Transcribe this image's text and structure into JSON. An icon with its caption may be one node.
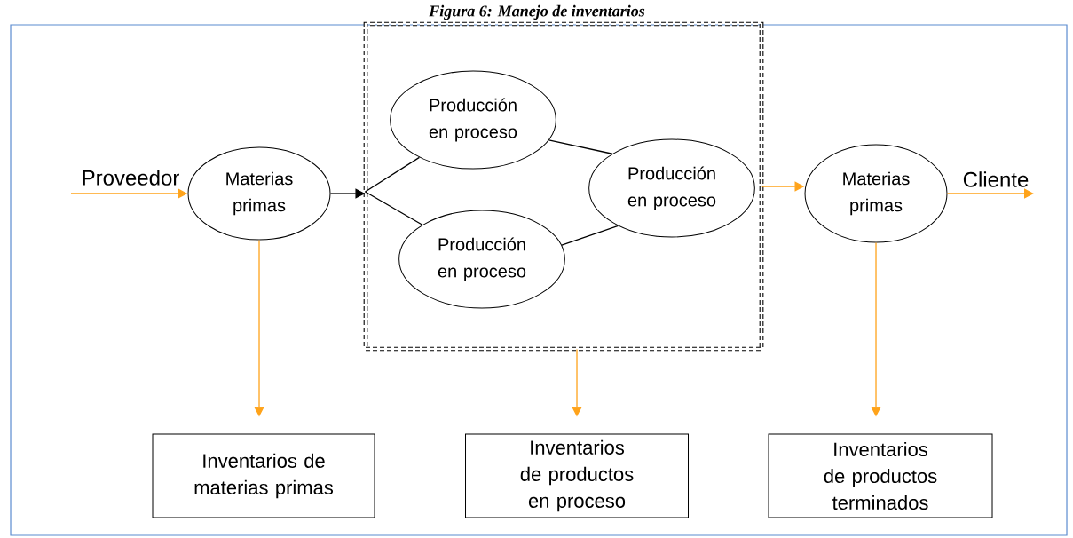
{
  "diagram": {
    "title": "Figura 6: Manejo de inventarios",
    "nodes": [
      {
        "text": [],
        "shape": "box"
      },
      {
        "text": [
          "Materias primas"
        ]
      },
      {
        "text": [
          "Producción en proceso"
        ],
        "in": 0
      },
      {
        "text": [
          "Producción en proceso"
        ],
        "in": 0
      },
      {
        "text": [
          "Producción en proceso"
        ],
        "in": 0
      },
      {
        "text": [
          "Materias primas"
        ]
      },
      {
        "text": [
          "Inventarios de materias primas"
        ]
      },
      {
        "text": [
          "Inventarios de productos en proceso"
        ]
      },
      {
        "text": [
          "Inventarios de productos terminados"
        ]
      }
    ],
    "edges": [
      {
        "from": null,
        "to": 1,
        "arrow": "to",
        "label": "Proveedor"
      },
      {
        "from": 1,
        "to": 0,
        "arrow": "to",
        "color": "#000000"
      },
      {
        "from": 0,
        "to": 2,
        "arrow": "none",
        "color": "#000000"
      },
      {
        "from": 0,
        "to": 3,
        "arrow": "none",
        "color": "#000000"
      },
      {
        "from": 2,
        "to": 4,
        "arrow": "none",
        "color": "#000000"
      },
      {
        "from": 3,
        "to": 4,
        "arrow": "none",
        "color": "#000000"
      },
      {
        "from": 0,
        "to": 5,
        "arrow": "to"
      },
      {
        "from": 5,
        "to": null,
        "arrow": "to",
        "label": "Cliente"
      },
      {
        "from": 1,
        "to": 6,
        "arrow": "to"
      },
      {
        "from": 0,
        "to": 7,
        "arrow": "to"
      },
      {
        "from": 5,
        "to": 8,
        "arrow": "to"
      }
    ]
  }
}
